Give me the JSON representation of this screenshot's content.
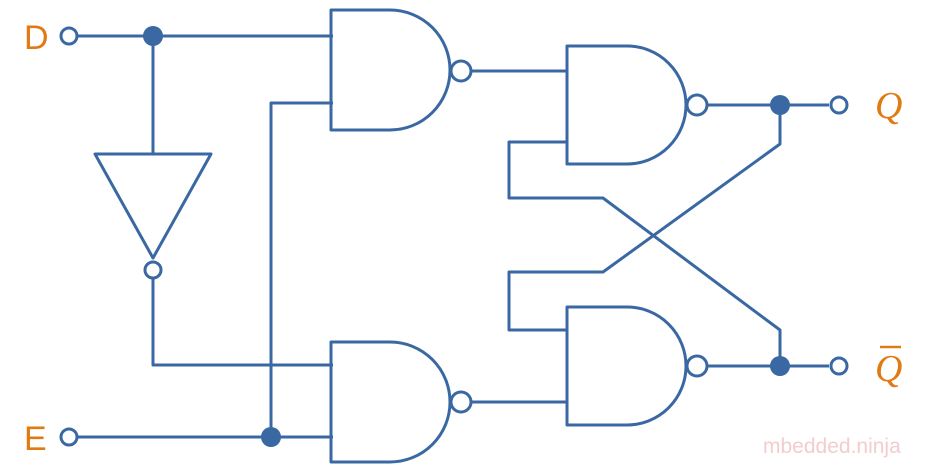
{
  "labels": {
    "d": "D",
    "e": "E",
    "q": "Q",
    "q_bar": "Q"
  },
  "watermark": "mbedded.ninja",
  "colors": {
    "wire": "#3a68a3",
    "label": "#e07b13",
    "watermark": "#f2c7c7"
  },
  "components": [
    "nand-gate",
    "nand-gate",
    "nand-gate",
    "nand-gate",
    "not-gate"
  ]
}
